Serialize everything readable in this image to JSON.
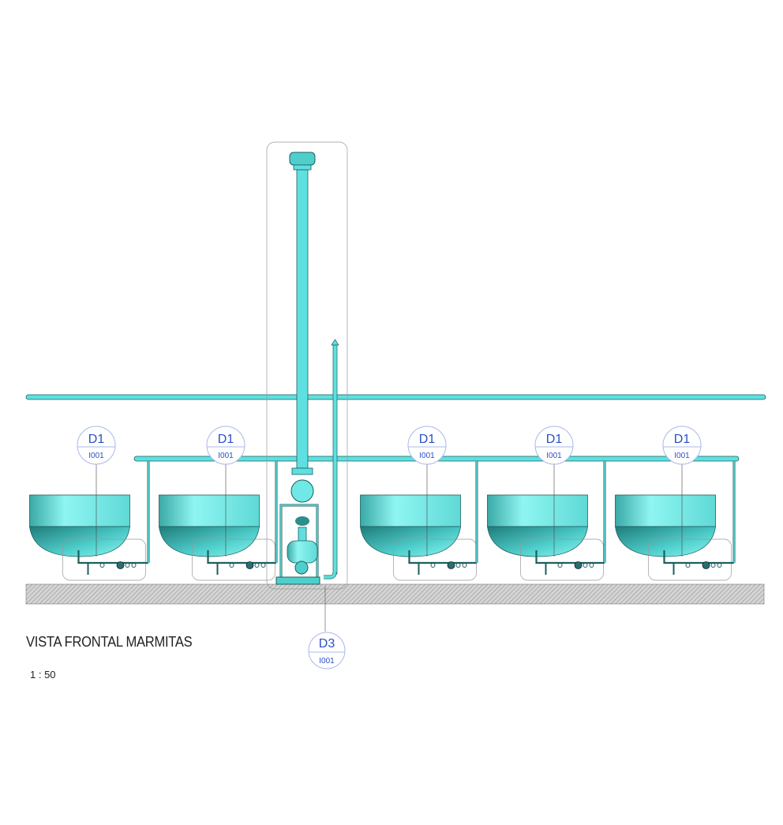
{
  "drawing": {
    "title": "VISTA FRONTAL MARMITAS",
    "scale": "1 : 50"
  },
  "kettle_tags": [
    {
      "detail": "D1",
      "sheet": "I001"
    },
    {
      "detail": "D1",
      "sheet": "I001"
    },
    {
      "detail": "D1",
      "sheet": "I001"
    },
    {
      "detail": "D1",
      "sheet": "I001"
    },
    {
      "detail": "D1",
      "sheet": "I001"
    }
  ],
  "pump_tag": {
    "detail": "D3",
    "sheet": "I001"
  },
  "colors": {
    "pipe": "#5fe0e0",
    "kettle_light": "#7ff0ee",
    "kettle_dark": "#2a8f8c",
    "tag": "#2a4fc9",
    "ground": "#bdbdbd"
  }
}
